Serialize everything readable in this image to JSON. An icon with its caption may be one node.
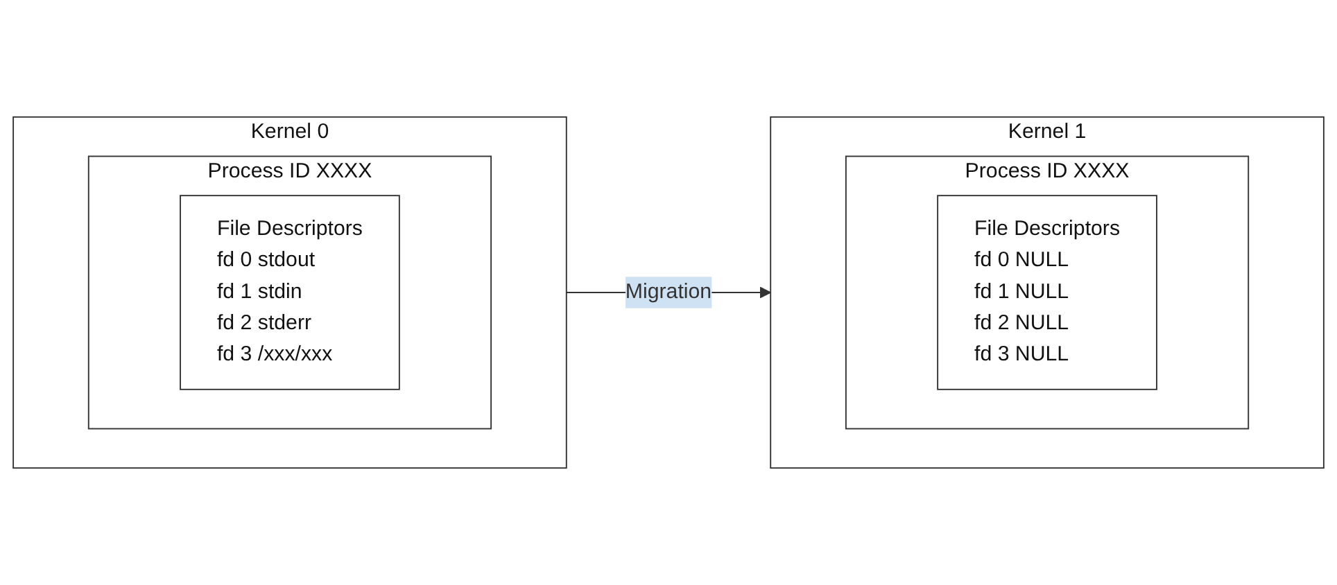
{
  "diagram": {
    "nodes": [
      {
        "text": [
          "Kernel 0"
        ]
      },
      {
        "text": [
          "Process ID XXXX"
        ],
        "in": 0
      },
      {
        "text": [
          "File Descriptors",
          "fd 0 stdout",
          "fd 1 stdin",
          "fd 2 stderr",
          "fd 3 /xxx/xxx"
        ],
        "in": 1
      },
      {
        "text": [
          "Kernel 1"
        ]
      },
      {
        "text": [
          "Process ID XXXX"
        ],
        "in": 3
      },
      {
        "text": [
          "File Descriptors",
          "fd 0 NULL",
          "fd 1 NULL",
          "fd 2 NULL",
          "fd 3 NULL"
        ],
        "in": 4
      }
    ],
    "edges": [
      {
        "from": 0,
        "to": 3,
        "arrow": "to",
        "label": "Migration"
      }
    ]
  }
}
